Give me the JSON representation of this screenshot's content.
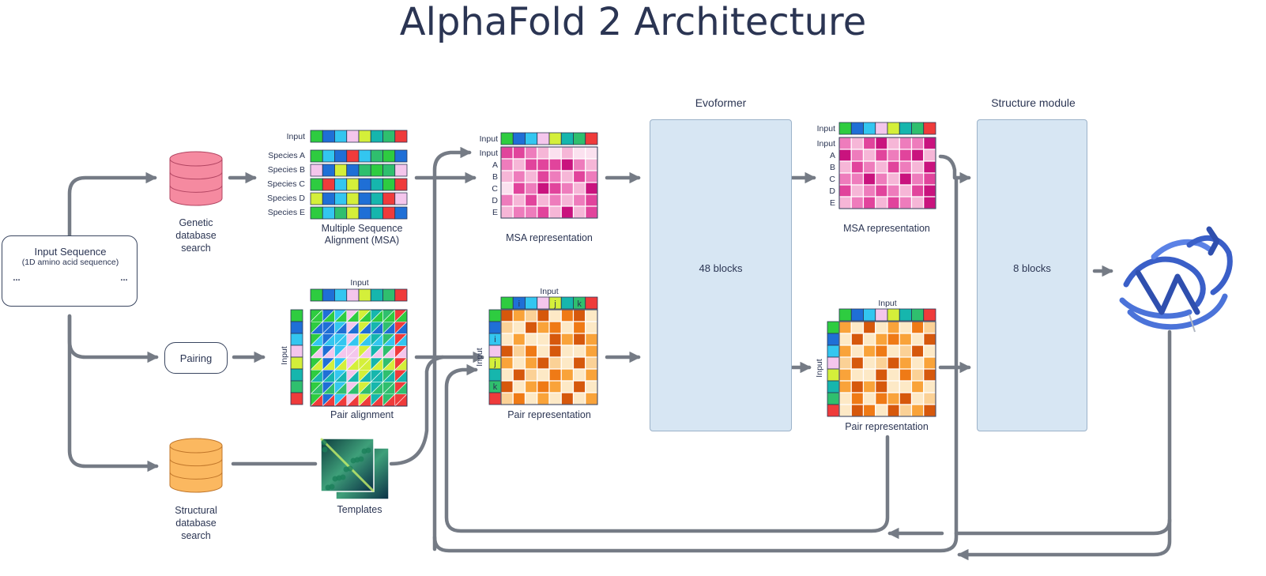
{
  "title": "AlphaFold 2 Architecture",
  "input_box": {
    "title": "Input Sequence",
    "subtitle": "(1D amino acid sequence)",
    "ellipsis": "..."
  },
  "genetic_db": "Genetic database search",
  "genetic_db_lines": [
    "Genetic",
    "database",
    "search"
  ],
  "structural_db_lines": [
    "Structural",
    "database",
    "search"
  ],
  "pairing": "Pairing",
  "msa": {
    "input_label": "Input",
    "species": [
      "Species A",
      "Species B",
      "Species C",
      "Species D",
      "Species E"
    ],
    "caption_lines": [
      "Multiple Sequence",
      "Alignment (MSA)"
    ]
  },
  "pair_alignment": {
    "input_top": "Input",
    "input_side": "Input",
    "caption": "Pair alignment"
  },
  "templates_caption": "Templates",
  "msa_rep_1": {
    "input_top": "Input",
    "rows": [
      "Input",
      "A",
      "B",
      "C",
      "D",
      "E"
    ],
    "caption": "MSA representation"
  },
  "pair_rep_1": {
    "input_top": "Input",
    "input_side": "Input",
    "col_letters": [
      "i",
      "j",
      "k"
    ],
    "row_letters": [
      "i",
      "j",
      "k"
    ],
    "caption": "Pair representation"
  },
  "evoformer": {
    "header": "Evoformer",
    "blocks": "48 blocks"
  },
  "msa_rep_2": {
    "input_top": "Input",
    "rows": [
      "Input",
      "A",
      "B",
      "C",
      "D",
      "E"
    ],
    "caption": "MSA representation"
  },
  "pair_rep_2": {
    "input_top": "Input",
    "input_side": "Input",
    "caption": "Pair representation"
  },
  "structure_module": {
    "header": "Structure module",
    "blocks": "8 blocks"
  },
  "colors": {
    "sequence": [
      "#2ecc40",
      "#1f6fd6",
      "#33c6f0",
      "#f4c6ec",
      "#d4ef3a",
      "#16b6ad",
      "#2fbf6e",
      "#ef3b3b"
    ],
    "arrow": "#757b85",
    "block_fill": "#d7e6f3",
    "genetic_db": "#f58aa0",
    "structural_db": "#fbb860"
  },
  "icons": {
    "genetic_db": "database-cylinder-icon",
    "structural_db": "database-cylinder-icon",
    "protein": "protein-ribbon-icon",
    "templates": "template-heatmap-icon"
  }
}
